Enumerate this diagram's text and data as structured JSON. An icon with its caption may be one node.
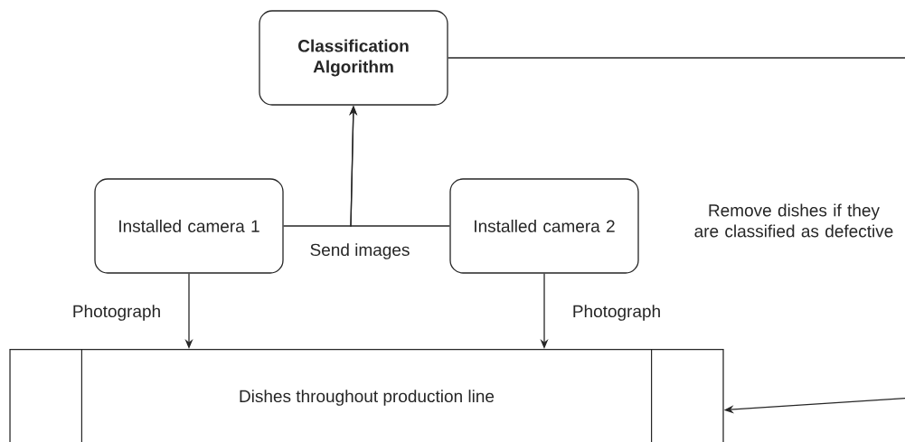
{
  "diagram": {
    "nodes": [
      {
        "text": [
          "Classification Algorithm"
        ]
      },
      {
        "text": [
          "Installed camera 1"
        ]
      },
      {
        "text": [
          "Installed camera 2"
        ]
      },
      {
        "text": [
          "Dishes throughout production line"
        ]
      }
    ],
    "edges": [
      {
        "from": 1,
        "to": 0,
        "arrow": "to",
        "label": "Send images"
      },
      {
        "from": 2,
        "to": 0,
        "arrow": "to"
      },
      {
        "from": 1,
        "to": 3,
        "arrow": "to",
        "label": "Photograph"
      },
      {
        "from": 2,
        "to": 3,
        "arrow": "to",
        "label": "Photograph"
      },
      {
        "from": 0,
        "to": 3,
        "arrow": "to",
        "label": "Remove dishes if they are classified as defective"
      }
    ]
  }
}
